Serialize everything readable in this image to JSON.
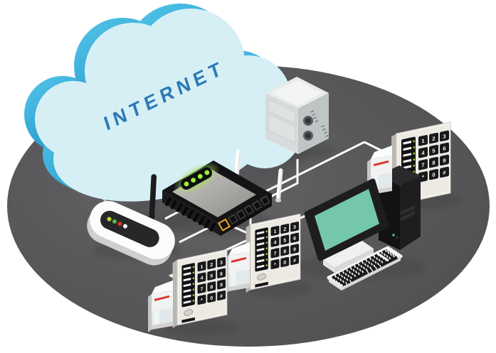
{
  "scene": {
    "background_color": "#ffffff",
    "ground_color": "#59595b",
    "cable_color": "#ffffff",
    "cloud_cable_color": "#b7cbd6"
  },
  "cloud": {
    "label": "INTERNET",
    "label_color": "#2b79b7",
    "face_color": "#d6eff5",
    "side_color_light": "#55c8ea",
    "side_color_dark": "#1d8fc6"
  },
  "devices": {
    "server": {
      "name": "server-unit"
    },
    "router": {
      "name": "wireless-router",
      "led_color": "#9bf22f",
      "led_count": 4,
      "wan_port_color": "#f0a41f",
      "lan_port_count": 5
    },
    "modem": {
      "name": "modem",
      "led_colors": [
        "#c9d934",
        "#58b544",
        "#d8352b",
        "#ffffff"
      ]
    },
    "computer": {
      "name": "desktop-computer",
      "screen_color": "#74c7a8",
      "power_led_color": "#3ed95c"
    },
    "keypads": {
      "name": "access-keypad",
      "keys": [
        "1",
        "2",
        "3",
        "4",
        "5",
        "6",
        "7",
        "8",
        "9",
        "*",
        "0",
        "#"
      ],
      "led_rows": 7,
      "led_dot_color": "#9ed32e"
    },
    "sensors": {
      "name": "motion-sensor",
      "stripe_color": "#e23228"
    }
  }
}
